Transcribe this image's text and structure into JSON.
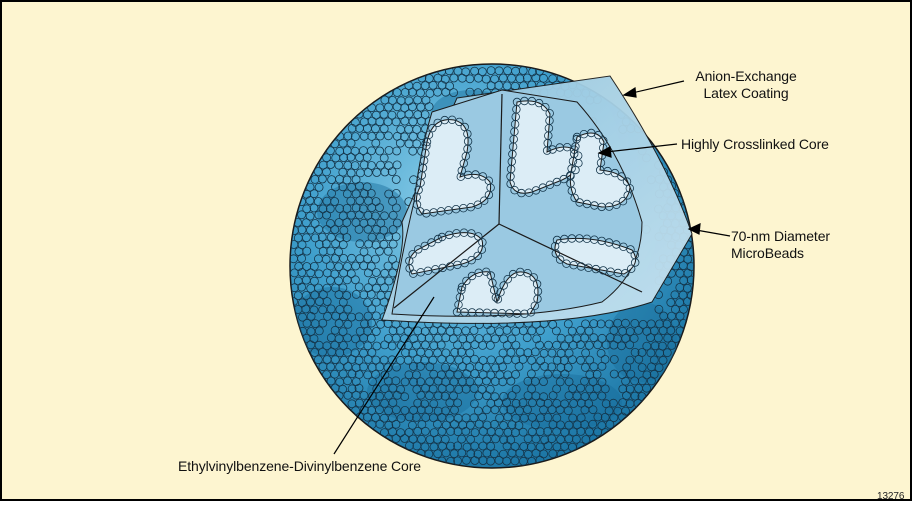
{
  "labels": {
    "anion_exchange_line1": "Anion-Exchange",
    "anion_exchange_line2": "Latex Coating",
    "highly_crosslinked_core": "Highly Crosslinked Core",
    "microbeads_line1": "70-nm Diameter",
    "microbeads_line2": "MicroBeads",
    "evb_dvb_core": "Ethylvinylbenzene-Divinylbenzene Core",
    "figure_number": "13276"
  },
  "colors": {
    "background": "#fdf5d0",
    "sphere_light": "#5fb3d6",
    "sphere_dark": "#1c7fb0",
    "cutaway": "#b9d9ea",
    "bead_stroke": "#1a1a1a"
  }
}
